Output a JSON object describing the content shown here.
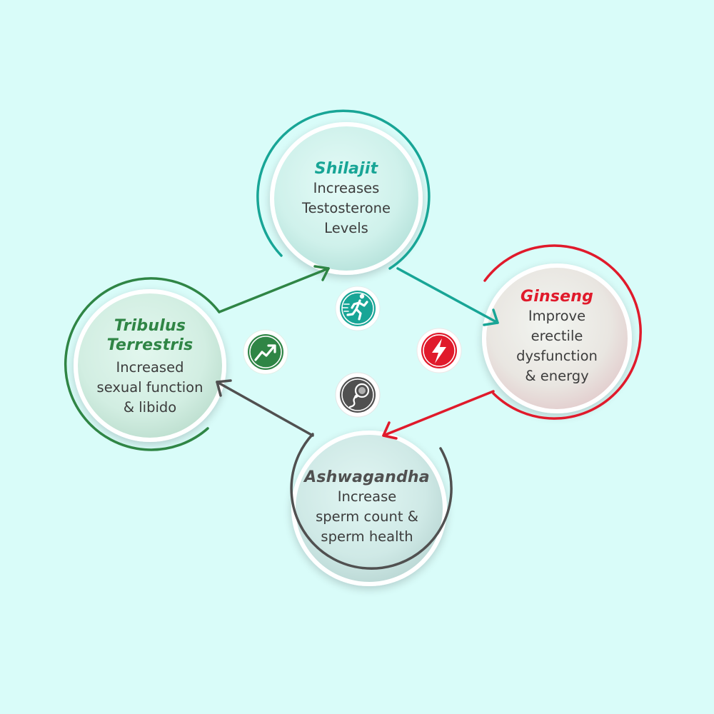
{
  "colors": {
    "background": "#d9fcf9",
    "shilajit": "#18a596",
    "ginseng": "#e01a2b",
    "tribulus": "#2f8545",
    "ashwagandha": "#505050",
    "text": "#3c3c3c"
  },
  "nodes": [
    {
      "title": "Shilajit",
      "description": "Increases\nTestosterone\nLevels",
      "color": "#18a596"
    },
    {
      "title": "Ginseng",
      "description": "Improve\nerectile\ndysfunction\n& energy",
      "color": "#e01a2b"
    },
    {
      "title": "Tribulus\nTerrestris",
      "description": "Increased\nsexual function\n& libido",
      "color": "#2f8545"
    },
    {
      "title": "Ashwagandha",
      "description": "Increase\nsperm count &\nsperm health",
      "color": "#505050"
    }
  ],
  "icons": [
    {
      "name": "running-man-icon",
      "color": "#18a596"
    },
    {
      "name": "lightning-bolt-icon",
      "color": "#e01a2b"
    },
    {
      "name": "trend-up-arrow-icon",
      "color": "#2f8545"
    },
    {
      "name": "sperm-egg-icon",
      "color": "#505050"
    }
  ]
}
